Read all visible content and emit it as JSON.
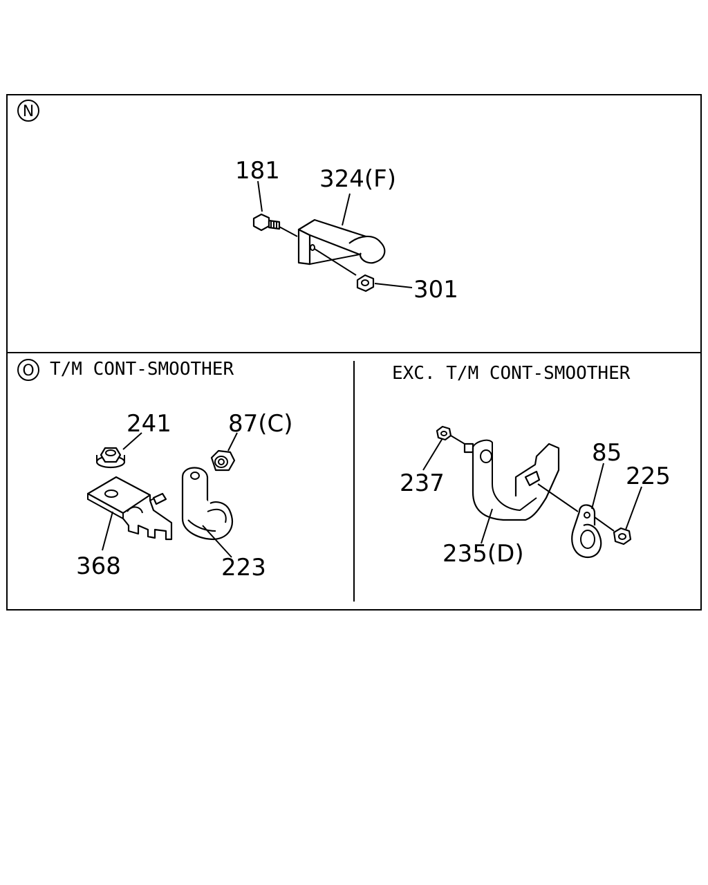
{
  "section_n": {
    "marker": "N",
    "callouts": {
      "c181": "181",
      "c324": "324(F)",
      "c301": "301"
    }
  },
  "section_o": {
    "marker": "O",
    "title": "T/M CONT-SMOOTHER",
    "callouts": {
      "c241": "241",
      "c87": "87(C)",
      "c368": "368",
      "c223": "223"
    }
  },
  "section_exc": {
    "title": "EXC. T/M CONT-SMOOTHER",
    "callouts": {
      "c237": "237",
      "c85": "85",
      "c225": "225",
      "c235": "235(D)"
    }
  }
}
